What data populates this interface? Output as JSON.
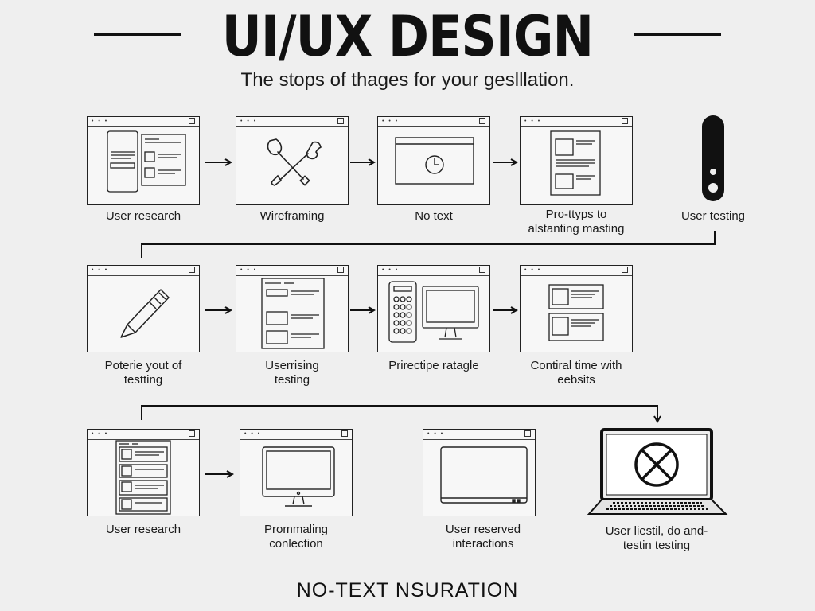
{
  "header": {
    "title": "UI/UX DESIGN",
    "subtitle": "The stops of thages for your geslllation."
  },
  "row1": [
    {
      "label": "User research",
      "icon": "wireframe-layout-icon"
    },
    {
      "label": "Wireframing",
      "icon": "crossed-tools-icon"
    },
    {
      "label": "No text",
      "icon": "clock-icon"
    },
    {
      "label": "Pro-ttyps to\nalstanting masting",
      "icon": "document-icon"
    },
    {
      "label": "User testing",
      "icon": "phone-slider-icon"
    }
  ],
  "row2": [
    {
      "label": "Poterie yout of\ntestting",
      "icon": "pencil-icon"
    },
    {
      "label": "Userrising\ntesting",
      "icon": "list-layout-icon"
    },
    {
      "label": "Prirectipe ratagle",
      "icon": "remote-monitor-icon"
    },
    {
      "label": "Contiral time with\neebsits",
      "icon": "two-panel-icon"
    }
  ],
  "row3": [
    {
      "label": "User research",
      "icon": "list-layout-icon"
    },
    {
      "label": "Prommaling\nconlection",
      "icon": "monitor-icon"
    },
    {
      "label": "User reserved\ninteractions",
      "icon": "blank-screen-icon"
    },
    {
      "label": "User liestil, do and-\ntestin testing",
      "icon": "laptop-x-icon"
    }
  ],
  "footer": {
    "text": "NO-TEXT NSURATION"
  }
}
